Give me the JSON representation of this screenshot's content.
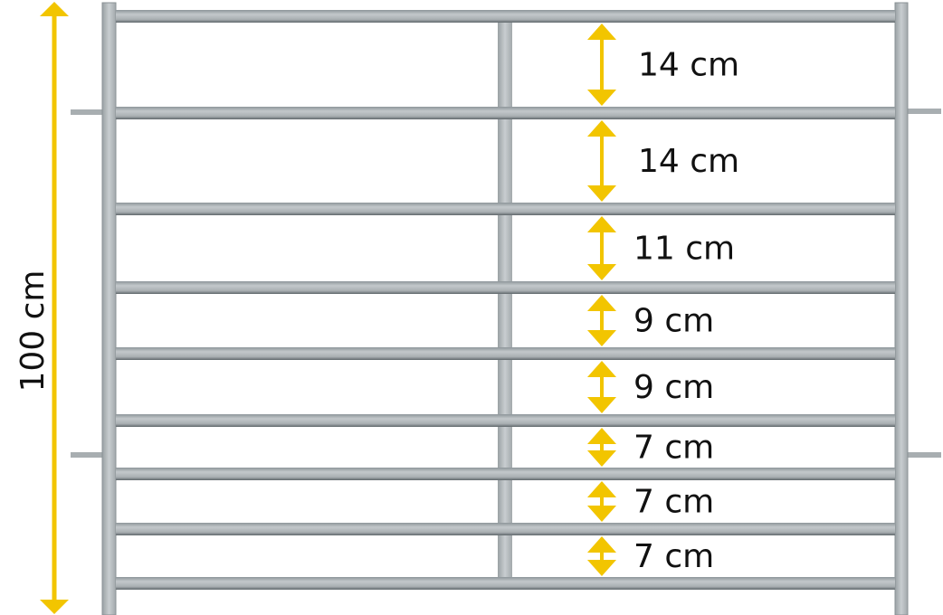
{
  "overall_height": {
    "label": "100 cm"
  },
  "spacings": [
    {
      "label": "14 cm"
    },
    {
      "label": "14 cm"
    },
    {
      "label": "11 cm"
    },
    {
      "label": "9 cm"
    },
    {
      "label": "9 cm"
    },
    {
      "label": "7 cm"
    },
    {
      "label": "7 cm"
    },
    {
      "label": "7 cm"
    }
  ],
  "colors": {
    "arrow": "#f2c500",
    "steel": "#b4babd",
    "steel_edge": "#6f777b",
    "text": "#111111"
  }
}
